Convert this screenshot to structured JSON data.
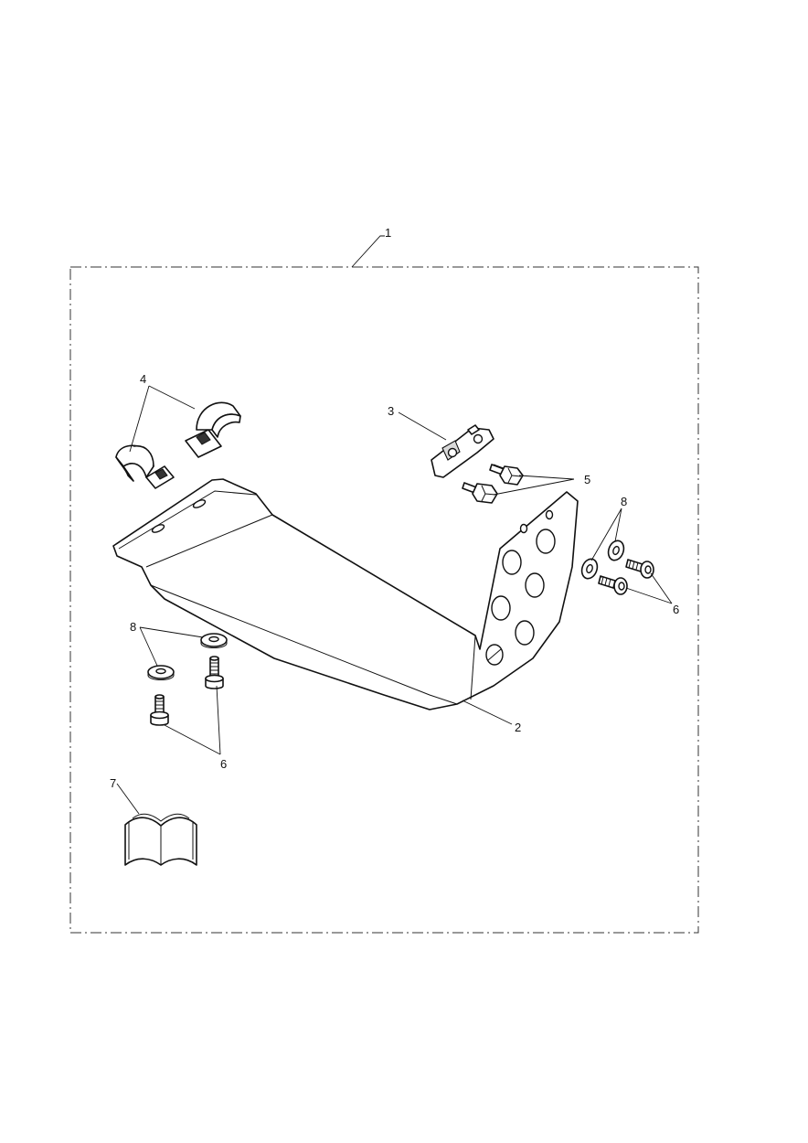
{
  "callouts": [
    {
      "id": "1",
      "text": "1"
    },
    {
      "id": "2",
      "text": "2"
    },
    {
      "id": "3",
      "text": "3"
    },
    {
      "id": "4",
      "text": "4"
    },
    {
      "id": "5",
      "text": "5"
    },
    {
      "id": "6a",
      "text": "6"
    },
    {
      "id": "6b",
      "text": "6"
    },
    {
      "id": "7",
      "text": "7"
    },
    {
      "id": "8a",
      "text": "8"
    },
    {
      "id": "8b",
      "text": "8"
    }
  ]
}
